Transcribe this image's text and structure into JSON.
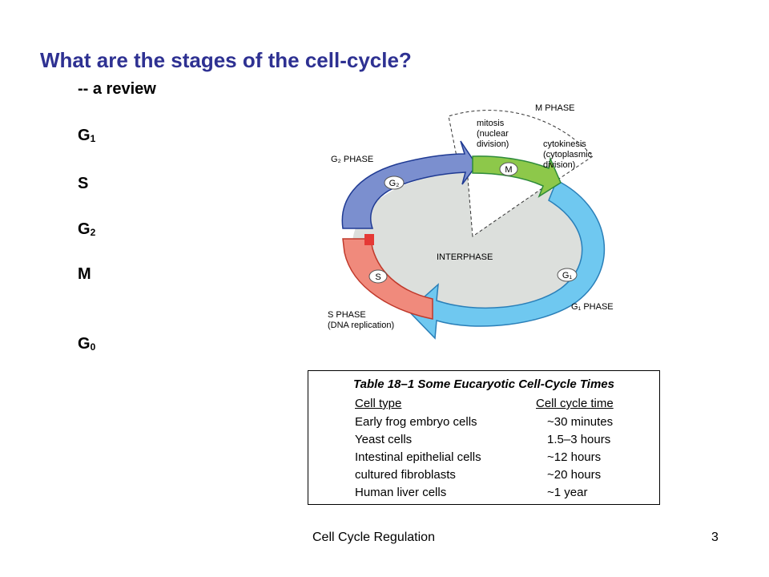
{
  "slide": {
    "title": "What are the stages of the cell-cycle?",
    "subtitle": "-- a review",
    "stages": [
      {
        "letter": "G",
        "sub": "1"
      },
      {
        "letter": "S",
        "sub": ""
      },
      {
        "letter": "G",
        "sub": "2"
      },
      {
        "letter": "M",
        "sub": ""
      },
      {
        "letter": "G",
        "sub": "0"
      }
    ]
  },
  "diagram": {
    "m_phase": "M PHASE",
    "mitosis": [
      "mitosis",
      "(nuclear",
      "division)"
    ],
    "cytokinesis": [
      "cytokinesis",
      "(cytoplasmic",
      "division)"
    ],
    "g2_phase": "G₂ PHASE",
    "interphase": "INTERPHASE",
    "s_phase": [
      "S PHASE",
      "(DNA replication)"
    ],
    "g1_phase": "G₁ PHASE",
    "badges": {
      "m": "M",
      "g2": "G₂",
      "s": "S",
      "g1": "G₁"
    },
    "colors": {
      "m": "#8dc84a",
      "g1": "#6fc8f0",
      "g2": "#7b8fcf",
      "s": "#f08a7c",
      "interphase": "#dcdfdc"
    }
  },
  "table": {
    "title": "Table 18–1 Some Eucaryotic Cell-Cycle Times",
    "headers": [
      "Cell type",
      "Cell cycle time"
    ],
    "rows": [
      [
        "Early frog embryo cells",
        "~30 minutes"
      ],
      [
        "Yeast cells",
        "1.5–3 hours"
      ],
      [
        "Intestinal epithelial cells",
        "~12 hours"
      ],
      [
        "cultured fibroblasts",
        "~20 hours"
      ],
      [
        "Human liver cells",
        "~1 year"
      ]
    ]
  },
  "footer": {
    "title": "Cell Cycle Regulation",
    "page": "3"
  }
}
